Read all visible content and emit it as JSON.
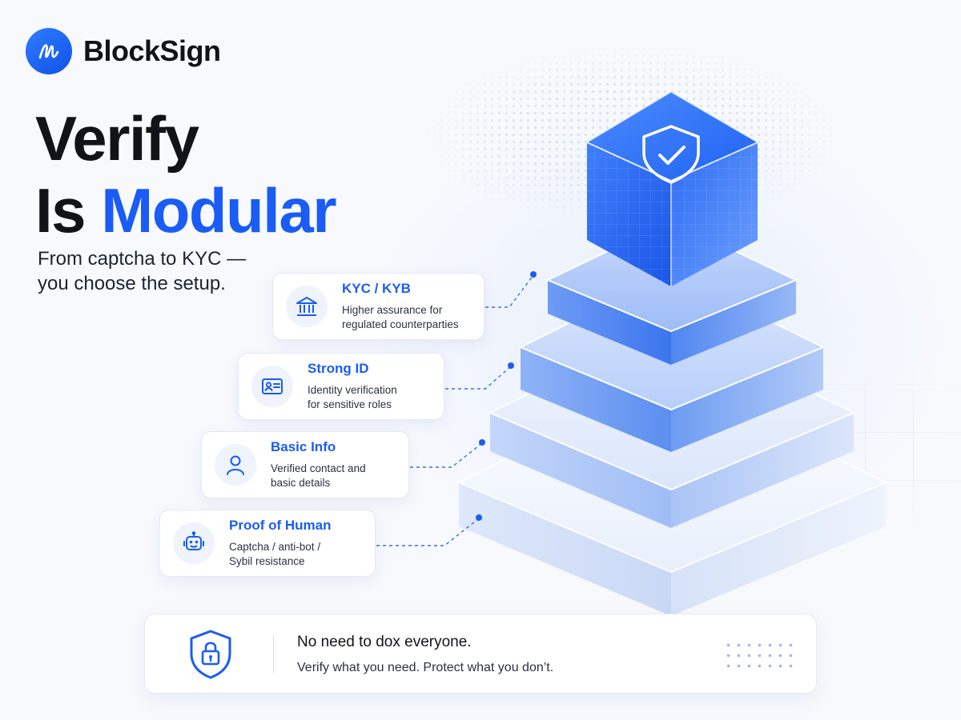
{
  "brand": {
    "name": "BlockSign"
  },
  "headline": {
    "line1": "Verify",
    "line2_plain": "Is",
    "line2_accent": "Modular"
  },
  "subtitle": "From captcha to KYC —\nyou choose the setup.",
  "tiers": [
    {
      "title": "KYC / KYB",
      "description": "Higher assurance for\nregulated counterparties",
      "icon": "bank-icon"
    },
    {
      "title": "Strong ID",
      "description": "Identity verification\nfor sensitive roles",
      "icon": "id-card-icon"
    },
    {
      "title": "Basic Info",
      "description": "Verified contact and\nbasic details",
      "icon": "user-icon"
    },
    {
      "title": "Proof of Human",
      "description": "Captcha / anti-bot /\nSybil resistance",
      "icon": "robot-icon"
    }
  ],
  "banner": {
    "title": "No need to dox everyone.",
    "subtitle": "Verify what you need. Protect what you don’t.",
    "icon": "shield-lock-icon"
  },
  "colors": {
    "accent": "#1a5cf5",
    "text": "#111318",
    "card_border": "#e4e9f2"
  }
}
